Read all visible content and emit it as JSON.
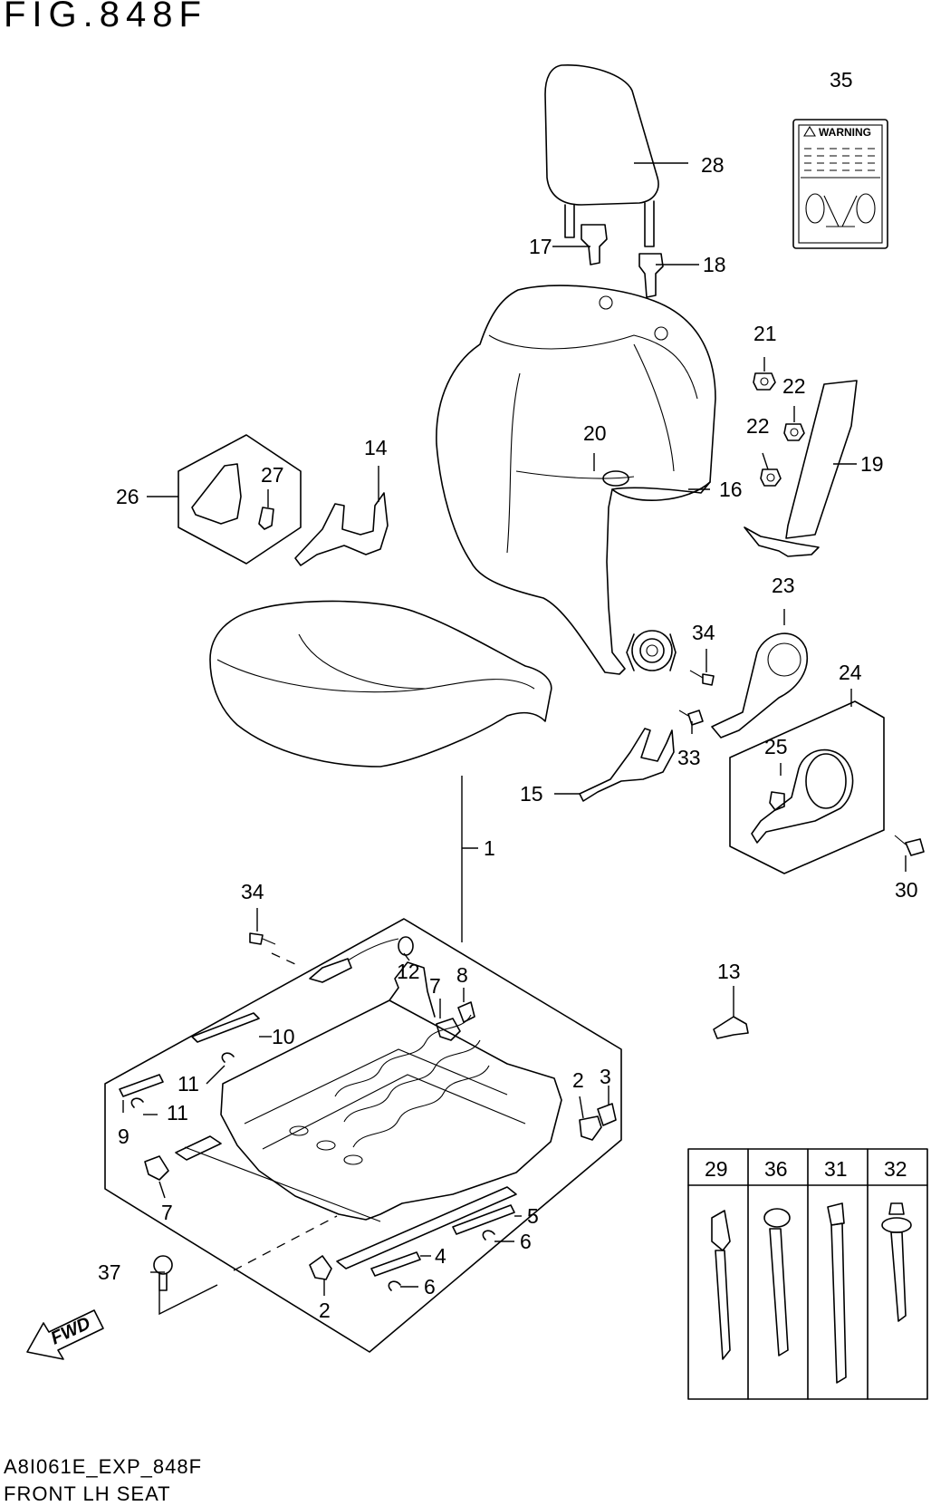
{
  "figure": {
    "title": "FIG.848F",
    "code": "A8I061E_EXP_848F",
    "description": "FRONT LH SEAT"
  },
  "warning_label": {
    "text": "WARNING"
  },
  "direction_arrow": {
    "text": "FWD"
  },
  "callouts": {
    "c1": "1",
    "c2a": "2",
    "c2b": "2",
    "c3": "3",
    "c4": "4",
    "c5": "5",
    "c6a": "6",
    "c6b": "6",
    "c7a": "7",
    "c7b": "7",
    "c8": "8",
    "c9": "9",
    "c10": "10",
    "c11a": "11",
    "c11b": "11",
    "c12": "12",
    "c13": "13",
    "c14": "14",
    "c15": "15",
    "c16": "16",
    "c17": "17",
    "c18": "18",
    "c19": "19",
    "c20": "20",
    "c21": "21",
    "c22a": "22",
    "c22b": "22",
    "c23": "23",
    "c24": "24",
    "c25": "25",
    "c26": "26",
    "c27": "27",
    "c28": "28",
    "c29": "29",
    "c30": "30",
    "c31": "31",
    "c32": "32",
    "c33": "33",
    "c34a": "34",
    "c34b": "34",
    "c35": "35",
    "c36": "36",
    "c37": "37"
  }
}
